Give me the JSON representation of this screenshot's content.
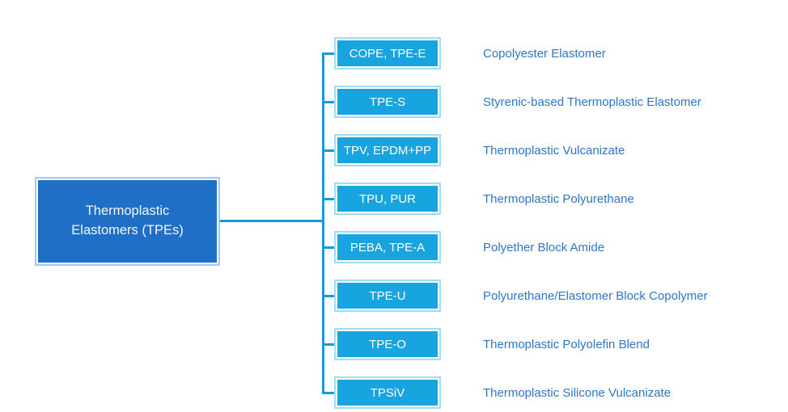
{
  "diagram": {
    "root": {
      "label": "Thermoplastic\nElastomers (TPEs)"
    },
    "nodes": [
      {
        "abbr": "COPE, TPE-E",
        "name": "Copolyester Elastomer"
      },
      {
        "abbr": "TPE-S",
        "name": "Styrenic-based Thermoplastic Elastomer"
      },
      {
        "abbr": "TPV, EPDM+PP",
        "name": "Thermoplastic Vulcanizate"
      },
      {
        "abbr": "TPU, PUR",
        "name": "Thermoplastic Polyurethane"
      },
      {
        "abbr": "PEBA, TPE-A",
        "name": "Polyether Block Amide"
      },
      {
        "abbr": "TPE-U",
        "name": "Polyurethane/Elastomer Block Copolymer"
      },
      {
        "abbr": "TPE-O",
        "name": "Thermoplastic Polyolefin Blend"
      },
      {
        "abbr": "TPSiV",
        "name": "Thermoplastic Silicone Vulcanizate"
      }
    ],
    "colors": {
      "root_fill": "#1F6FC6",
      "root_border": "#A7C7EC",
      "node_fill": "#18A4DE",
      "node_border": "#9FDCF5",
      "inner_keyline": "#FFFFFF",
      "connector": "#199AD6",
      "description_text": "#2E76C6",
      "box_text": "#FFFFFF",
      "background": "#FFFFFF"
    }
  }
}
